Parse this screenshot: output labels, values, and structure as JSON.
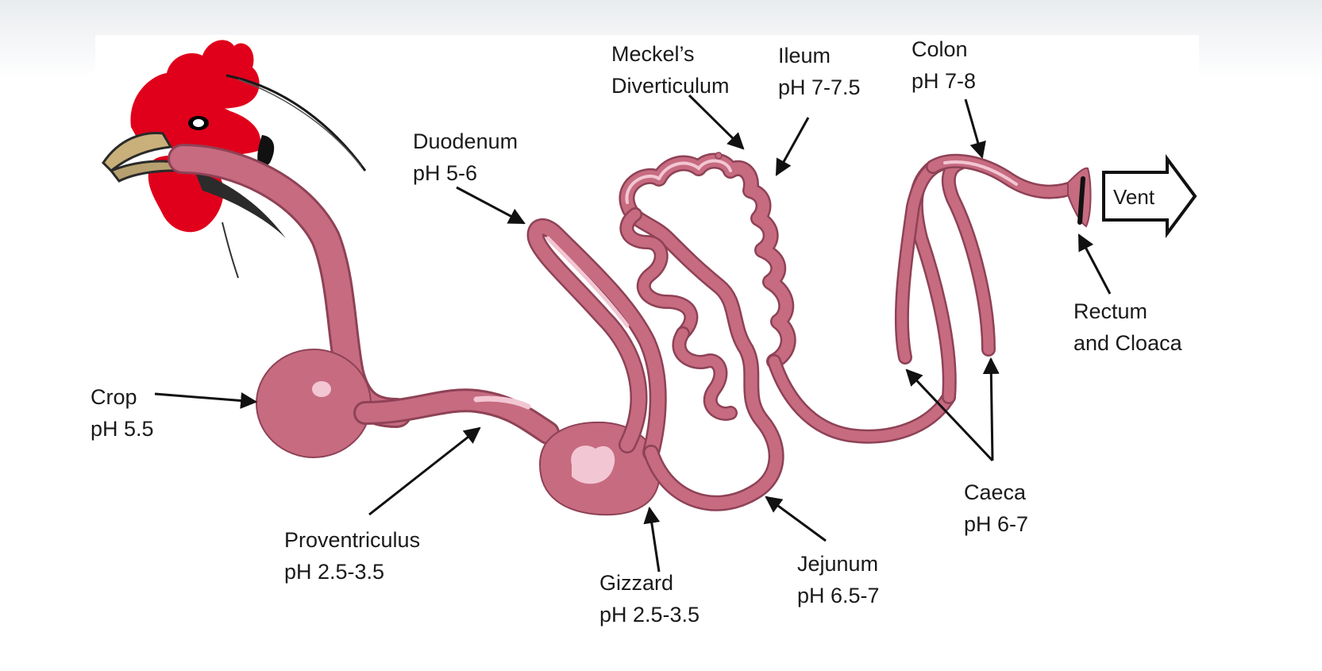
{
  "labels": {
    "crop": {
      "name": "Crop",
      "ph": "pH 5.5"
    },
    "proventriculus": {
      "name": "Proventriculus",
      "ph": "pH 2.5-3.5"
    },
    "gizzard": {
      "name": "Gizzard",
      "ph": "pH 2.5-3.5"
    },
    "duodenum": {
      "name": "Duodenum",
      "ph": "pH 5-6"
    },
    "meckels": {
      "line1": "Meckel’s",
      "line2": "Diverticulum"
    },
    "ileum": {
      "name": "Ileum",
      "ph": "pH 7-7.5"
    },
    "colon": {
      "name": "Colon",
      "ph": "pH 7-8"
    },
    "jejunum": {
      "name": "Jejunum",
      "ph": "pH 6.5-7"
    },
    "caeca": {
      "name": "Caeca",
      "ph": "pH 6-7"
    },
    "rectum": {
      "line1": "Rectum",
      "line2": "and Cloaca"
    },
    "vent": "Vent"
  },
  "colors": {
    "tract": "#c76b80",
    "tract_light": "#f2c6d2",
    "tract_outline": "#8e4256",
    "comb": "#e0001b",
    "arrow": "#111111"
  }
}
